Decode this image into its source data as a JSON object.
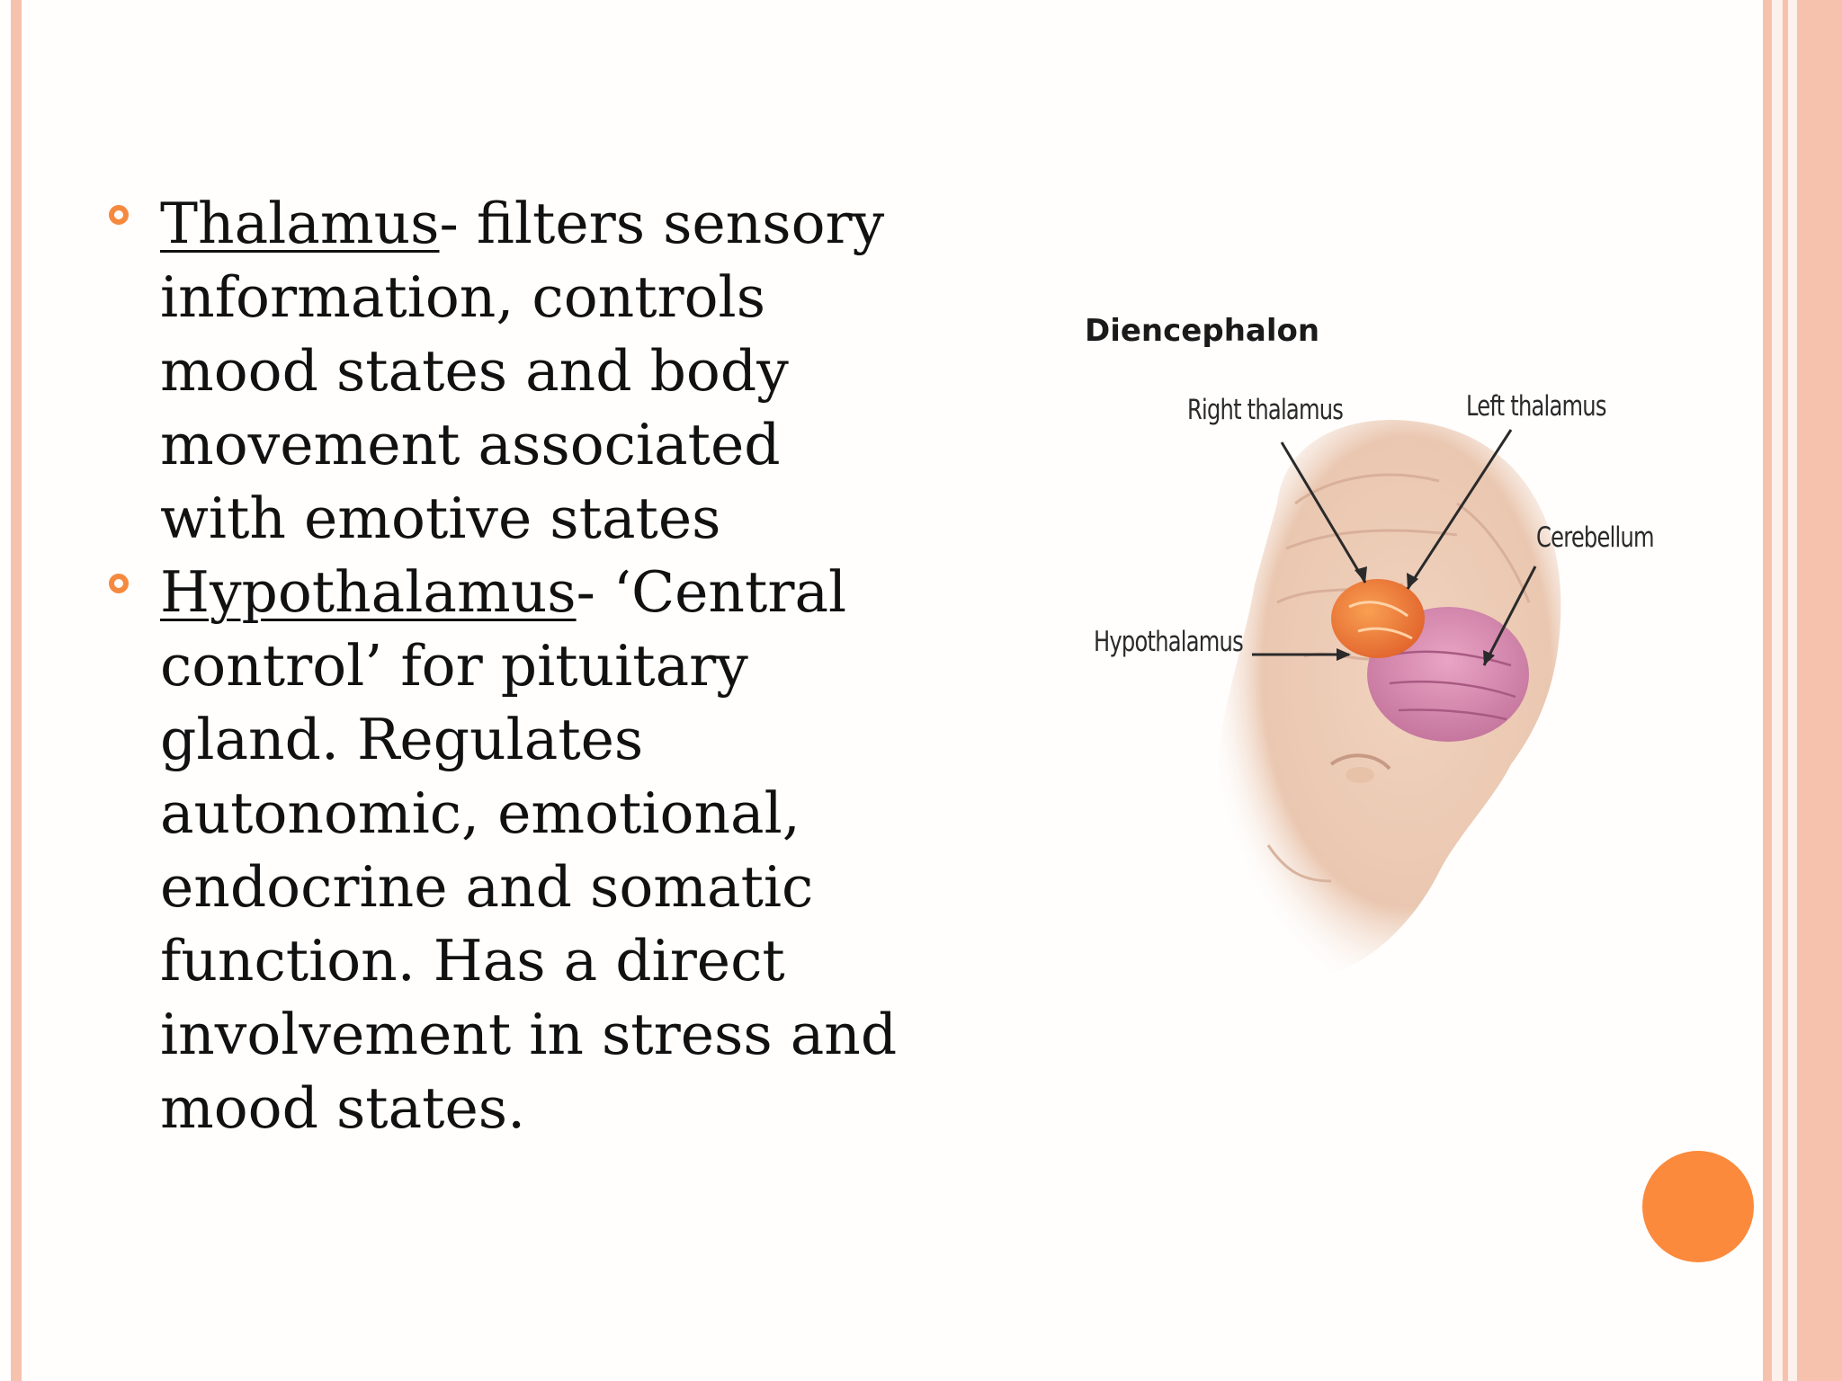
{
  "bullets": [
    {
      "term": "Thalamus",
      "text": "- filters sensory information, controls mood states and body movement associated with emotive states"
    },
    {
      "term": "Hypothalamus",
      "text": "- ‘Central control’ for pituitary gland. Regulates autonomic, emotional, endocrine and somatic function. Has a direct involvement in stress and mood states."
    }
  ],
  "figure": {
    "title": "Diencephalon",
    "labels": {
      "right_thalamus": "Right thalamus",
      "left_thalamus": "Left thalamus",
      "cerebellum": "Cerebellum",
      "hypothalamus": "Hypothalamus"
    }
  },
  "colors": {
    "accent": "#f58a3f",
    "border": "#f7c2ad",
    "dot": "#fb8a3c"
  }
}
